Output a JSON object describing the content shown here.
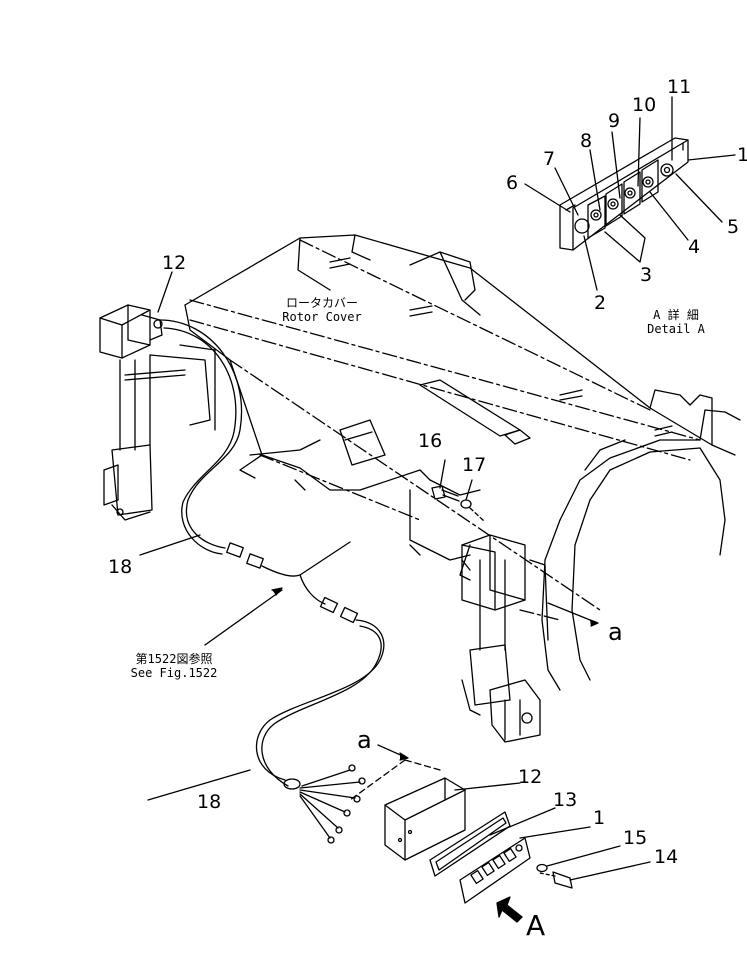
{
  "callouts": [
    "1",
    "2",
    "3",
    "4",
    "5",
    "6",
    "7",
    "8",
    "9",
    "10",
    "11",
    "12",
    "13",
    "14",
    "15",
    "16",
    "17",
    "18"
  ],
  "notes": {
    "rotor_cover_jp": "ロータカバー",
    "rotor_cover_en": "Rotor Cover",
    "detail_jp": "A 詳 細",
    "detail_en": "Detail A",
    "see_fig_jp": "第1522図参照",
    "see_fig_en": "See Fig.1522"
  },
  "view_markers": {
    "section_a": "a",
    "view_A": "A"
  }
}
